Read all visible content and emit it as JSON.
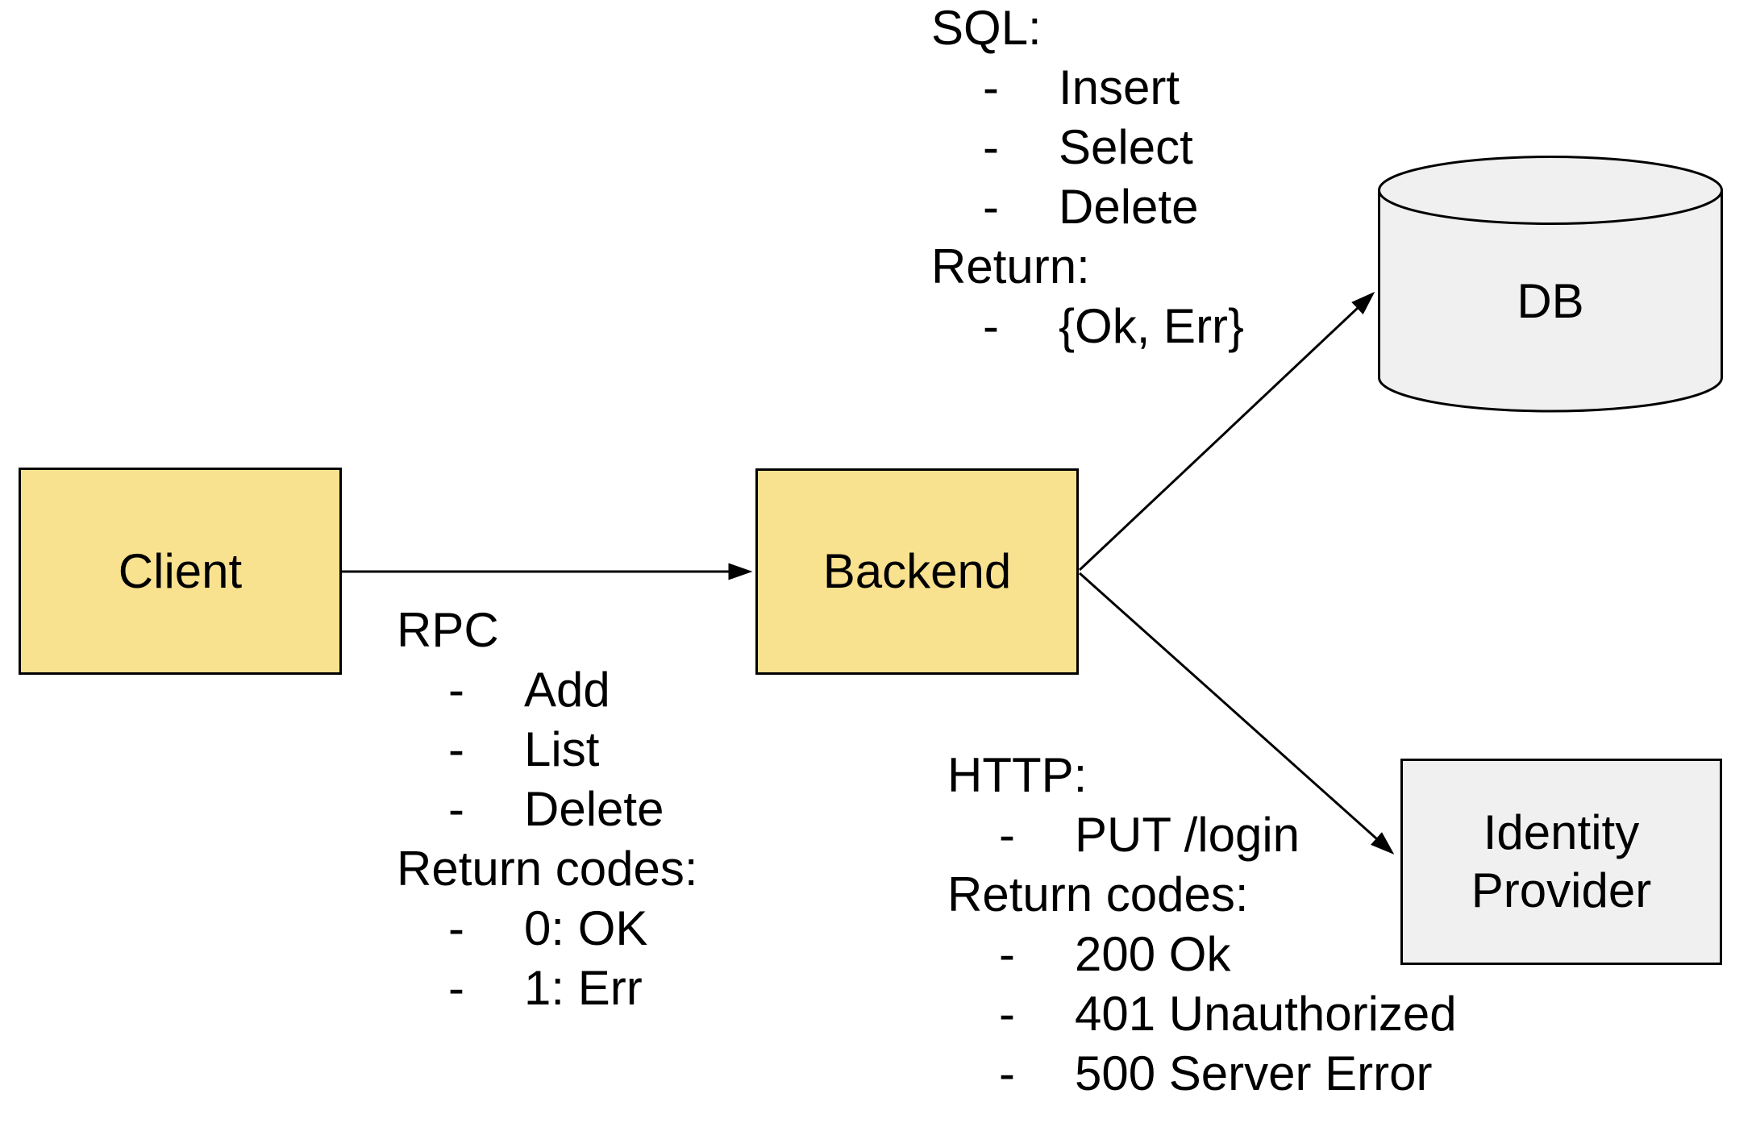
{
  "diagram": {
    "background": "#ffffff",
    "colors": {
      "node_yellow": "#F8E18F",
      "node_gray": "#F0F0F0",
      "stroke": "#000000",
      "text": "#000000"
    },
    "nodes": {
      "client": {
        "label": "Client"
      },
      "backend": {
        "label": "Backend"
      },
      "db": {
        "label": "DB"
      },
      "identity_provider": {
        "label": "Identity Provider"
      }
    },
    "edges": [
      {
        "from": "Client",
        "to": "Backend"
      },
      {
        "from": "Backend",
        "to": "DB"
      },
      {
        "from": "Backend",
        "to": "Identity Provider"
      }
    ],
    "annotations": {
      "rpc": {
        "lines": [
          {
            "text": "RPC"
          },
          {
            "dash": "-",
            "text": "Add"
          },
          {
            "dash": "-",
            "text": "List"
          },
          {
            "dash": "-",
            "text": "Delete"
          },
          {
            "text": "Return codes:"
          },
          {
            "dash": "-",
            "text": "0: OK"
          },
          {
            "dash": "-",
            "text": "1: Err"
          }
        ]
      },
      "sql": {
        "lines": [
          {
            "text": "SQL:"
          },
          {
            "dash": "-",
            "text": "Insert"
          },
          {
            "dash": "-",
            "text": "Select"
          },
          {
            "dash": "-",
            "text": "Delete"
          },
          {
            "text": "Return:"
          },
          {
            "dash": "-",
            "text": "{Ok, Err}"
          }
        ]
      },
      "http": {
        "lines": [
          {
            "text": "HTTP:"
          },
          {
            "dash": "-",
            "text": "PUT /login"
          },
          {
            "text": "Return codes:"
          },
          {
            "dash": "-",
            "text": "200 Ok"
          },
          {
            "dash": "-",
            "text": "401 Unauthorized"
          },
          {
            "dash": "-",
            "text": "500 Server Error"
          }
        ]
      }
    }
  }
}
